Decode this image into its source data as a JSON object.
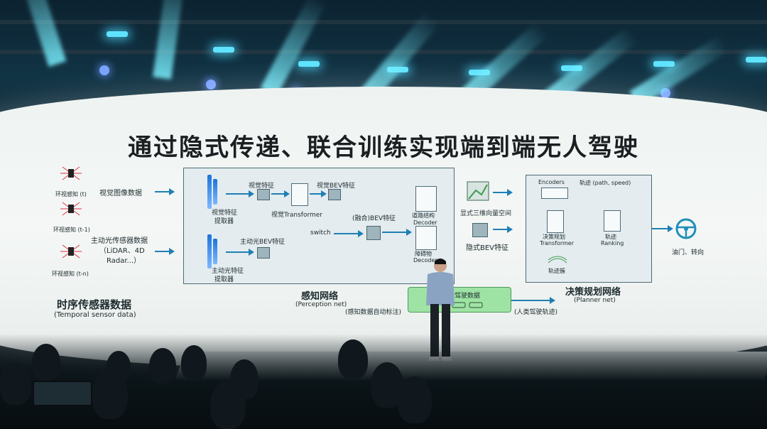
{
  "slide": {
    "title": "通过隐式传递、联合训练实现端到端无人驾驶",
    "sensors": {
      "frames": [
        "环视感知 (t)",
        "环视感知 (t-1)",
        "环视感知 (t-n)"
      ],
      "vision_input": "视觉图像数据",
      "lidar_input_1": "主动光传感器数据",
      "lidar_input_2": "（LiDAR、4D",
      "lidar_input_3": "Radar...）",
      "section_label": "时序传感器数据",
      "section_label_en": "(Temporal sensor data)"
    },
    "perception": {
      "vision_feature": "视觉特征",
      "vision_extractor_1": "视觉特征",
      "vision_extractor_2": "提取器",
      "vision_transformer": "视觉Transformer",
      "vision_bev": "视觉BEV特征",
      "lidar_feature": "主动光BEV特征",
      "lidar_extractor_1": "主动光特征",
      "lidar_extractor_2": "提取器",
      "switch": "switch",
      "fused_bev": "(融合)BEV特征",
      "road_decoder_1": "道路结构",
      "road_decoder_2": "Decoder",
      "obstacle_decoder_1": "障碍物",
      "obstacle_decoder_2": "Decoder",
      "section_label": "感知网络",
      "section_label_en": "(Perception net)",
      "auto_label": "(感知数据自动标注)"
    },
    "middle": {
      "explicit_space": "显式三维向量空间",
      "implicit_bev": "隐式BEV特征",
      "human_data": "人类驾驶数据"
    },
    "planner": {
      "encoders": "Encoders",
      "trajectory": "轨迹 (path, speed)",
      "decision_1": "决策规划",
      "decision_2": "Transformer",
      "trajectory_ranking_1": "轨迹",
      "trajectory_ranking_2": "Ranking",
      "trajectory_cluster": "轨迹簇",
      "section_label": "决策规划网络",
      "section_label_en": "(Planner net)",
      "human_trajectory": "(人类驾驶轨迹)",
      "output": "油门、转向"
    }
  },
  "colors": {
    "accent": "#1f7fb3",
    "screen": "#f2f5f4",
    "human_box": "#9fe3a4",
    "beam": "#5fe3ff"
  },
  "icons": [
    "steering-wheel-icon",
    "car-icon"
  ]
}
